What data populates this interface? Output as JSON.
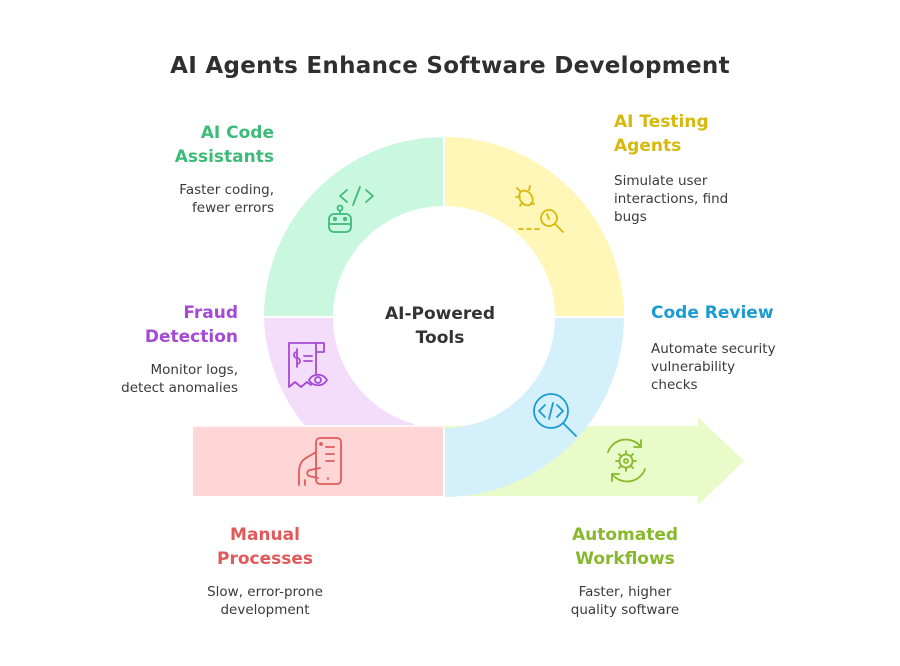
{
  "title": "AI Agents Enhance Software Development",
  "center": {
    "label_line1": "AI-Powered",
    "label_line2": "Tools"
  },
  "segments": [
    {
      "id": "code-assistants",
      "title_line1": "AI Code",
      "title_line2": "Assistants",
      "desc_line1": "Faster coding,",
      "desc_line2": "fewer errors",
      "color": "#3dbb78",
      "fill": "#c9f7e0",
      "icon": "code-robot-icon"
    },
    {
      "id": "testing-agents",
      "title_line1": "AI Testing",
      "title_line2": "Agents",
      "desc_line1": "Simulate user",
      "desc_line2": "interactions, find",
      "desc_line3": "bugs",
      "color": "#d7b90c",
      "fill": "#fff6b8",
      "icon": "bug-search-icon"
    },
    {
      "id": "code-review",
      "title_line1": "Code Review",
      "desc_line1": "Automate security",
      "desc_line2": "vulnerability",
      "desc_line3": "checks",
      "color": "#1a9bd4",
      "fill": "#d4f1fb",
      "icon": "code-magnifier-icon"
    },
    {
      "id": "fraud-detection",
      "title_line1": "Fraud",
      "title_line2": "Detection",
      "desc_line1": "Monitor logs,",
      "desc_line2": "detect anomalies",
      "color": "#a54ad4",
      "fill": "#f3ddfb",
      "icon": "receipt-eye-icon"
    }
  ],
  "manual": {
    "title_line1": "Manual",
    "title_line2": "Processes",
    "desc_line1": "Slow, error-prone",
    "desc_line2": "development",
    "color": "#e05a5a",
    "fill": "#ffd6d6",
    "icon": "hand-phone-icon"
  },
  "automated": {
    "title_line1": "Automated",
    "title_line2": "Workflows",
    "desc_line1": "Faster, higher",
    "desc_line2": "quality software",
    "color": "#88b82c",
    "fill": "#e9fbc8",
    "icon": "gear-cycle-icon"
  }
}
